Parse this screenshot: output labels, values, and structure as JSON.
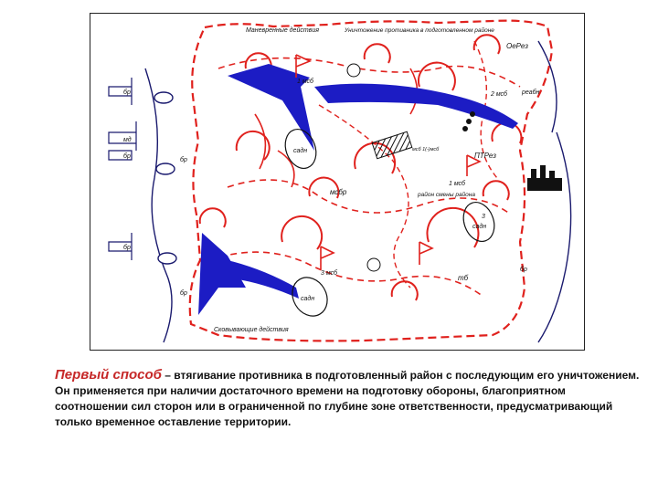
{
  "map": {
    "labels": {
      "maneuver_top": "Маневренные действия",
      "destroy_area": "Уничтожение противника в подготовленном районе",
      "maneuver_bottom": "Сковывающие действия",
      "oerez": "ОеРез",
      "reabn": "реабн",
      "ptrez": "ПТРез",
      "mbr": "мсбр",
      "mb1_top": "1 мсб",
      "mb2": "2 мсб",
      "mb1_mid": "1 мсб",
      "mb3": "3 мсб",
      "sadn1": "садн",
      "sadn2": "садн",
      "sadn3": "садн",
      "sadn_3": "3",
      "tb": "тб",
      "rayon_smeny": "район смены района",
      "br1": "бр",
      "br2": "бр",
      "br3": "бр",
      "br4": "бр",
      "br5": "бр",
      "br6": "бр",
      "md": "мд",
      "small_note": "мсб 1(-)мсб"
    },
    "colors": {
      "red": "#e0211d",
      "blue": "#1c1cc4",
      "dark": "#1a1a6e"
    }
  },
  "caption": {
    "title": "Первый способ",
    "line1": " – втягивание противника в подготовленный район с последующим его уничтожением.",
    "line2": "Он применяется при наличии достаточного времени на подготовку обороны, благоприятном соотношении сил сторон или в ограниченной по глубине зоне ответственности, предусматривающий только временное оставление территории."
  }
}
